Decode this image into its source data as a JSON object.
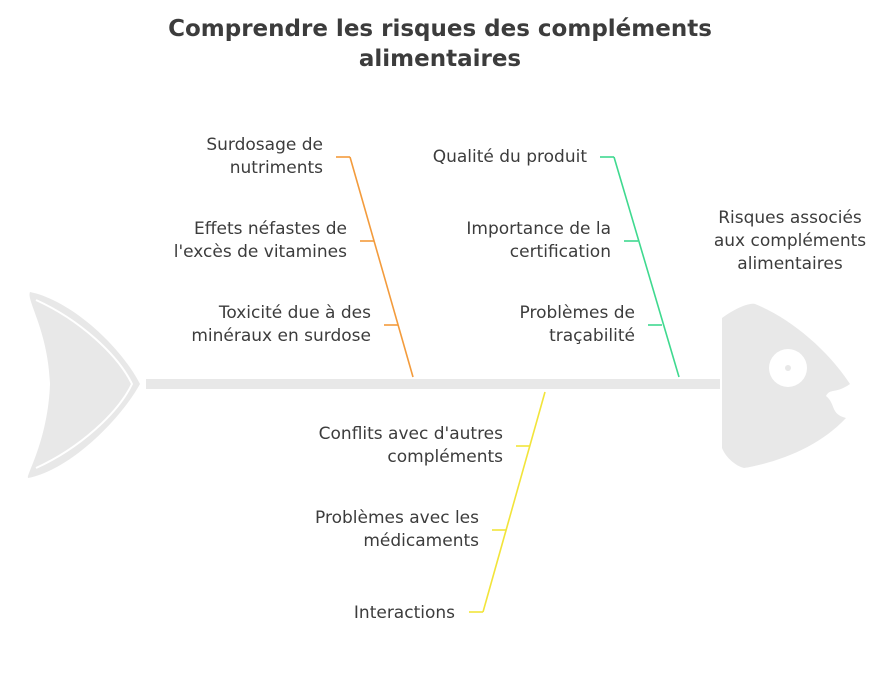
{
  "title": "Comprendre les risques des compléments\nalimentaires",
  "effect": "Risques associés\naux compléments\nalimentaires",
  "colors": {
    "bone": "#e8e8e8",
    "branch_orange": "#f39b3c",
    "branch_green": "#3fd98f",
    "branch_yellow": "#f2e43a",
    "text": "#3c3c3c"
  },
  "branches": [
    {
      "color": "orange",
      "causes": [
        "Surdosage de\nnutriments",
        "Effets néfastes de\nl'excès de vitamines",
        "Toxicité due à des\nminéraux en surdose"
      ]
    },
    {
      "color": "green",
      "causes": [
        "Qualité du produit",
        "Importance de la\ncertification",
        "Problèmes de\ntraçabilité"
      ]
    },
    {
      "color": "yellow",
      "causes": [
        "Conflits avec d'autres\ncompléments",
        "Problèmes avec les\nmédicaments",
        "Interactions"
      ]
    }
  ]
}
